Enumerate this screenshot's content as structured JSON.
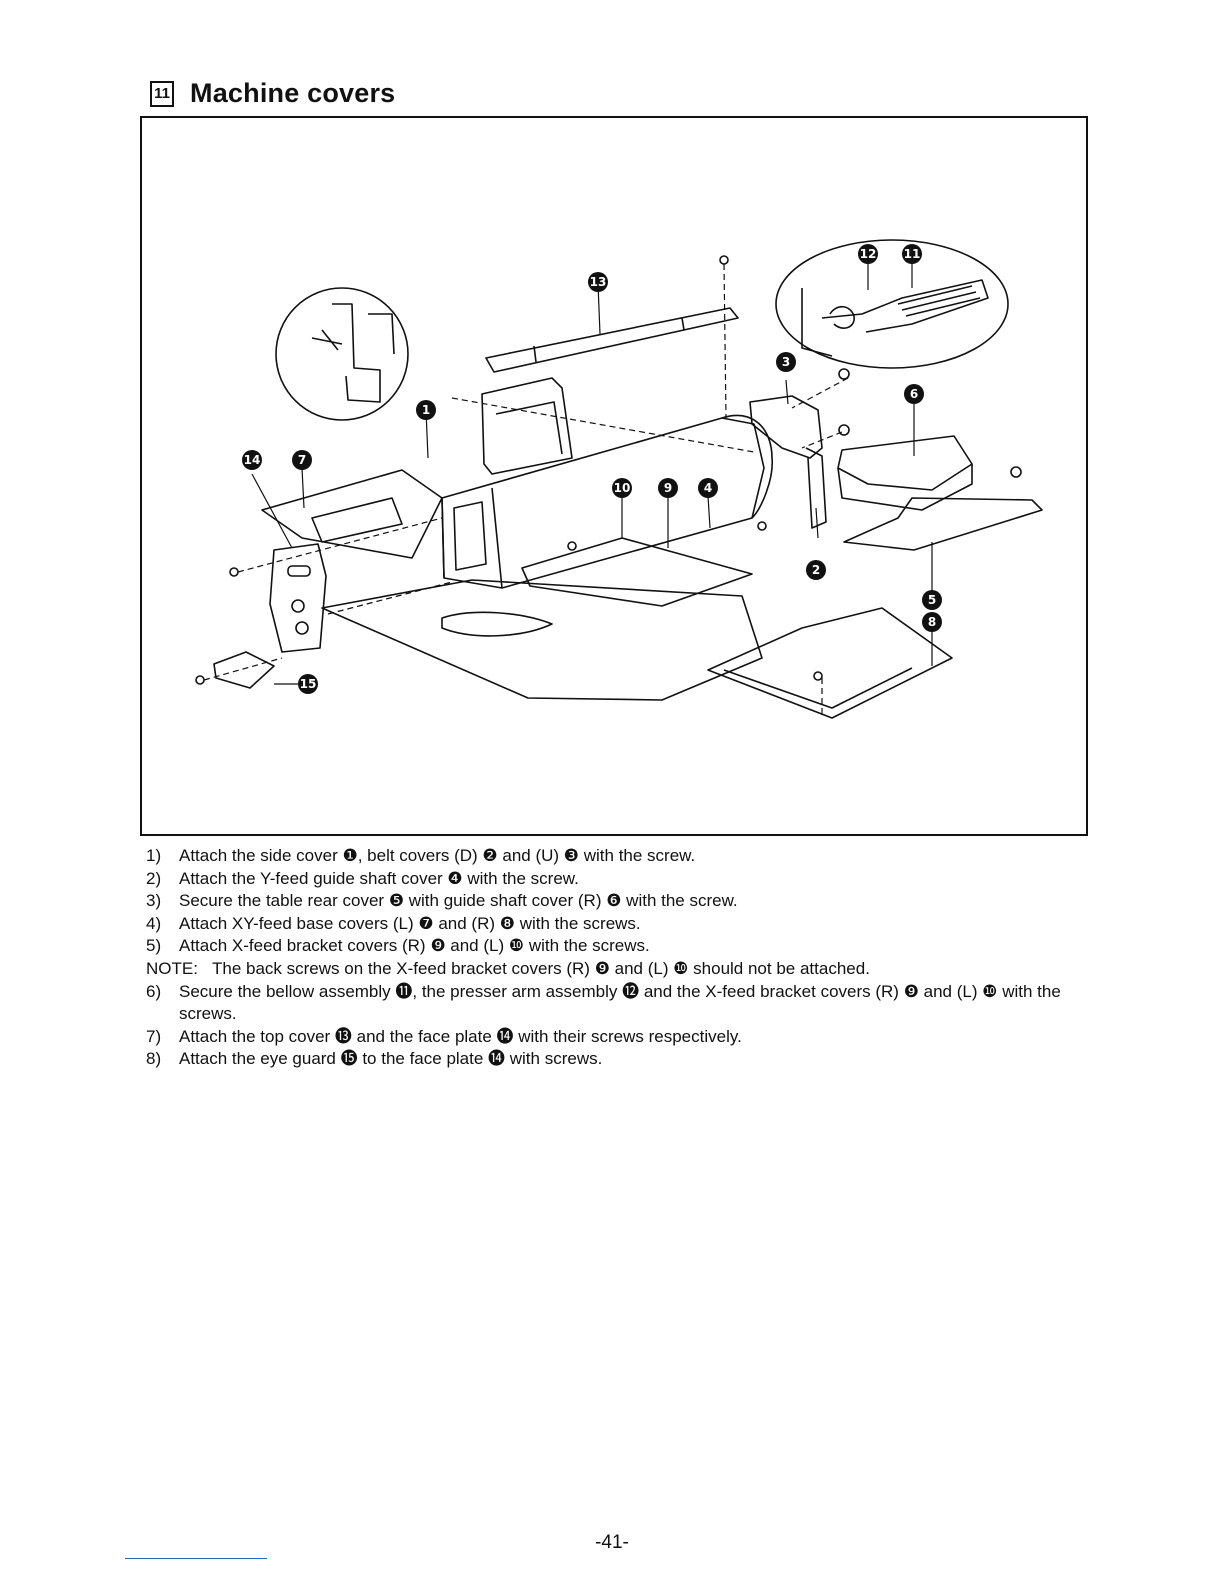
{
  "section": {
    "number": "11",
    "title": "Machine covers"
  },
  "figure": {
    "callouts": [
      "1",
      "2",
      "3",
      "4",
      "5",
      "6",
      "7",
      "8",
      "9",
      "10",
      "11",
      "12",
      "13",
      "14",
      "15"
    ]
  },
  "instructions": [
    {
      "num": "1)",
      "text": "Attach the side cover ❶, belt covers (D) ❷ and (U) ❸ with the screw."
    },
    {
      "num": "2)",
      "text": "Attach the Y-feed guide shaft cover ❹ with the screw."
    },
    {
      "num": "3)",
      "text": "Secure the table rear cover ❺ with guide shaft cover (R) ❻ with the screw."
    },
    {
      "num": "4)",
      "text": "Attach XY-feed base covers (L) ❼ and (R) ❽ with the screws."
    },
    {
      "num": "5)",
      "text": "Attach X-feed bracket covers (R) ❾ and (L) ❿ with the screws."
    }
  ],
  "note": {
    "label": "NOTE:",
    "text": "The back screws on the X-feed bracket covers (R) ❾ and (L) ❿ should not be attached."
  },
  "instructions_after_note": [
    {
      "num": "6)",
      "text": "Secure the bellow assembly ⓫, the presser arm assembly ⓬ and the X-feed bracket covers (R) ❾ and (L) ❿ with the screws."
    },
    {
      "num": "7)",
      "text": "Attach the top cover ⓭ and the face plate ⓮ with their screws respectively."
    },
    {
      "num": "8)",
      "text": "Attach the eye guard ⓯ to the face plate ⓮ with screws."
    }
  ],
  "page_number": "-41-"
}
